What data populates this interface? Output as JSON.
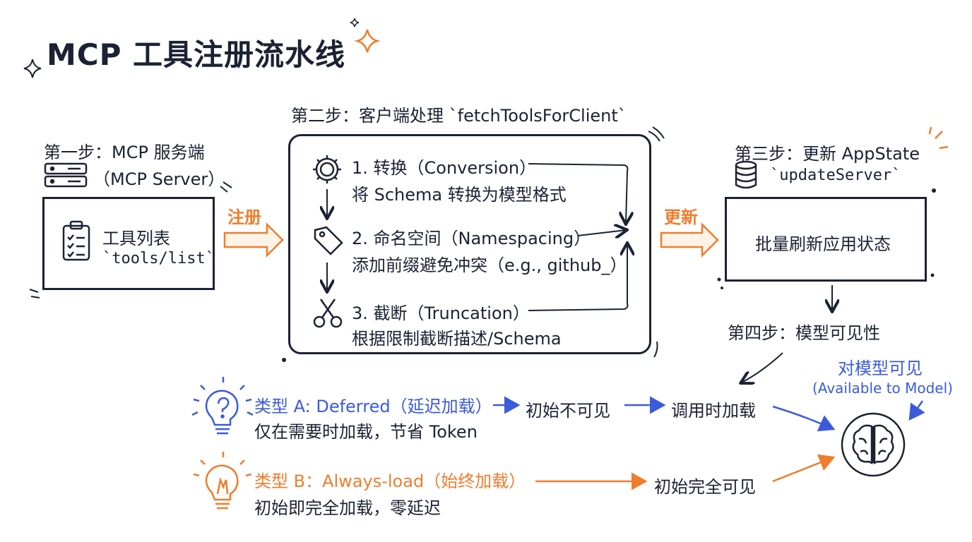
{
  "title": "MCP 工具注册流水线",
  "step1": {
    "label_line1": "第一步：MCP 服务端",
    "label_line2": "（MCP Server）",
    "box_line1": "工具列表",
    "box_line2": "`tools/list`"
  },
  "arrow_register": "注册",
  "step2": {
    "label": "第二步：客户端处理 `fetchToolsForClient`",
    "items": [
      {
        "line1": "1. 转换（Conversion）",
        "line2": "将 Schema 转换为模型格式"
      },
      {
        "line1": "2. 命名空间（Namespacing）",
        "line2": "添加前缀避免冲突（e.g., github_）"
      },
      {
        "line1": "3. 截断（Truncation）",
        "line2": "根据限制截断描述/Schema"
      }
    ]
  },
  "arrow_update": "更新",
  "step3": {
    "label_line1": "第三步：更新 AppState",
    "label_line2": "`updateServer`",
    "box_text": "批量刷新应用状态"
  },
  "step4": {
    "label": "第四步：模型可见性"
  },
  "visible": {
    "line1": "对模型可见",
    "line2": "(Available to Model)"
  },
  "typeA": {
    "title": "类型 A: Deferred（延迟加载）",
    "desc": "仅在需要时加载，节省 Token",
    "stage1": "初始不可见",
    "stage2": "调用时加载"
  },
  "typeB": {
    "title": "类型 B：Always-load（始终加载）",
    "desc": "初始即完全加载，零延迟",
    "stage1": "初始完全可见"
  },
  "colors": {
    "ink": "#1b2233",
    "blue": "#3b5bdb",
    "orange": "#ef7d2d"
  }
}
